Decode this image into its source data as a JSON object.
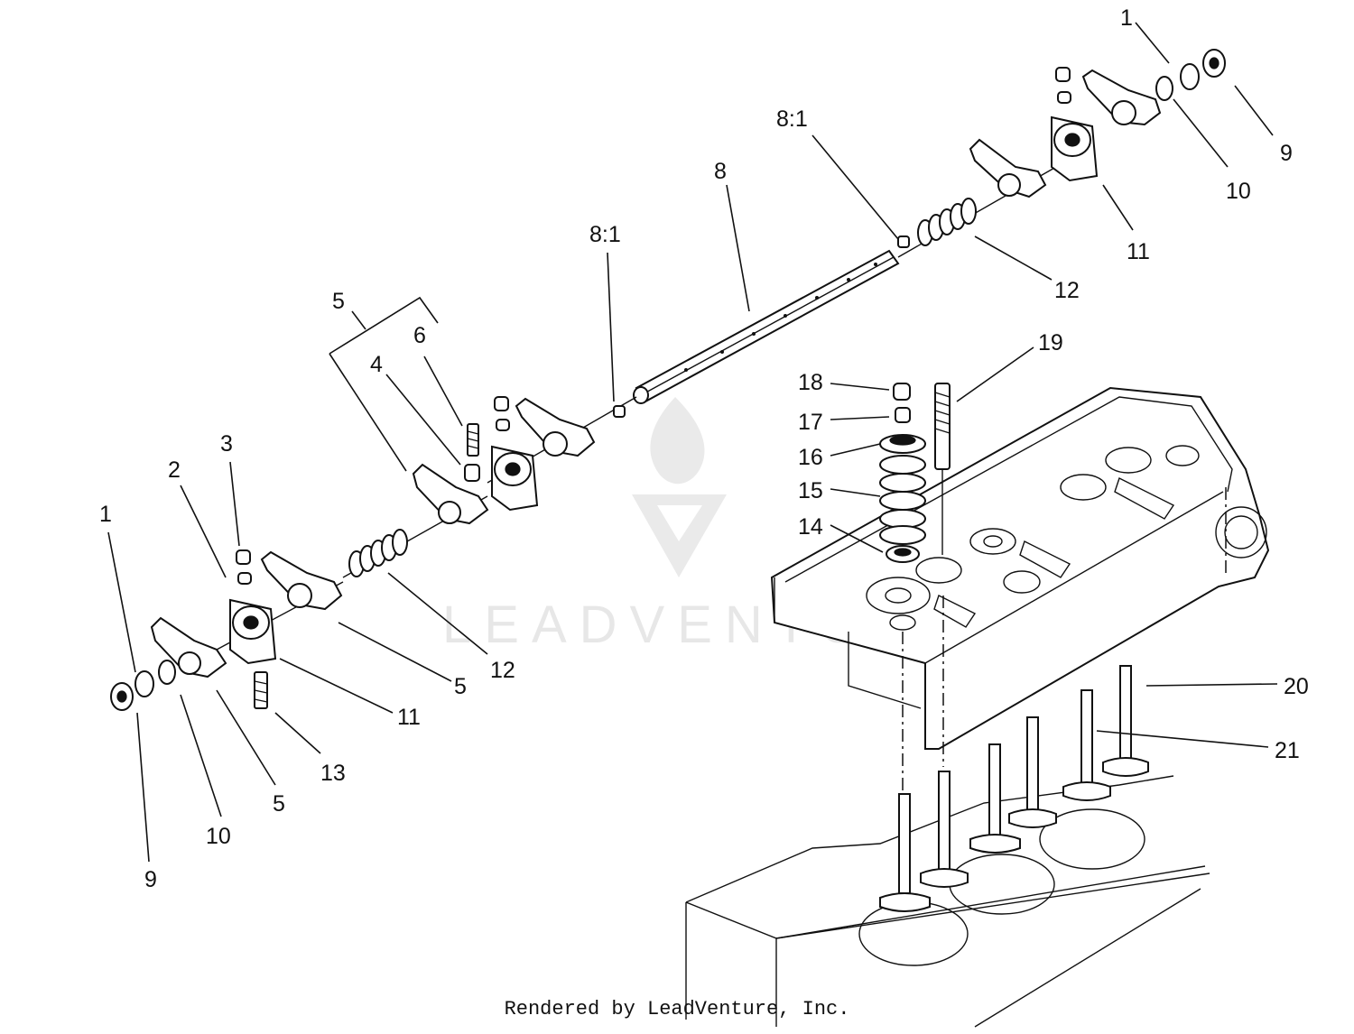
{
  "callouts": [
    {
      "id": "c1a",
      "label": "1"
    },
    {
      "id": "c9a",
      "label": "9"
    },
    {
      "id": "c10a",
      "label": "10"
    },
    {
      "id": "c11a",
      "label": "11"
    },
    {
      "id": "c81a",
      "label": "8:1"
    },
    {
      "id": "c8",
      "label": "8"
    },
    {
      "id": "c12a",
      "label": "12"
    },
    {
      "id": "c81b",
      "label": "8:1"
    },
    {
      "id": "c5a",
      "label": "5"
    },
    {
      "id": "c6",
      "label": "6"
    },
    {
      "id": "c4",
      "label": "4"
    },
    {
      "id": "c3",
      "label": "3"
    },
    {
      "id": "c2",
      "label": "2"
    },
    {
      "id": "c1b",
      "label": "1"
    },
    {
      "id": "c5b",
      "label": "5"
    },
    {
      "id": "c12b",
      "label": "12"
    },
    {
      "id": "c11b",
      "label": "11"
    },
    {
      "id": "c13",
      "label": "13"
    },
    {
      "id": "c5c",
      "label": "5"
    },
    {
      "id": "c10b",
      "label": "10"
    },
    {
      "id": "c9b",
      "label": "9"
    },
    {
      "id": "c18",
      "label": "18"
    },
    {
      "id": "c17",
      "label": "17"
    },
    {
      "id": "c16",
      "label": "16"
    },
    {
      "id": "c15",
      "label": "15"
    },
    {
      "id": "c14",
      "label": "14"
    },
    {
      "id": "c19",
      "label": "19"
    },
    {
      "id": "c20",
      "label": "20"
    },
    {
      "id": "c21",
      "label": "21"
    }
  ],
  "watermark": "LEADVENTURE",
  "footer": "Rendered by LeadVenture, Inc."
}
